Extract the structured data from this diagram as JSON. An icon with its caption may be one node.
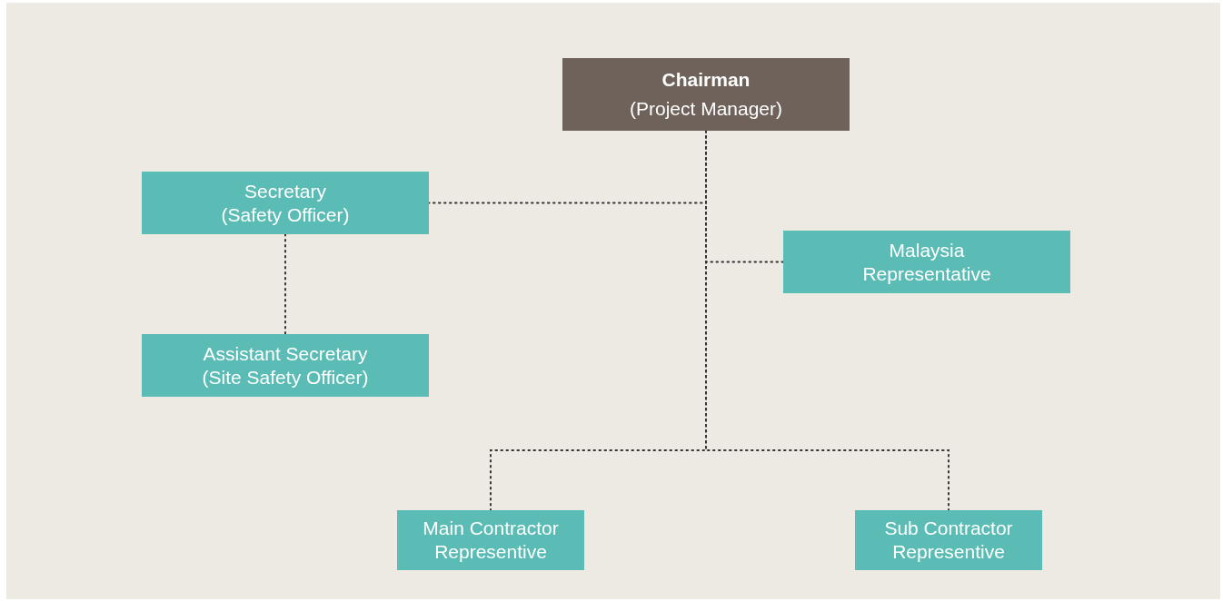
{
  "diagram": {
    "nodes": [
      {
        "text": [
          "Chairman",
          "(Project Manager)"
        ]
      },
      {
        "text": [
          "Secretary",
          "(Safety Officer)"
        ]
      },
      {
        "text": [
          "Assistant Secretary",
          "(Site Safety Officer)"
        ]
      },
      {
        "text": [
          "Malaysia Representative"
        ]
      },
      {
        "text": [
          "Main Contractor Representive"
        ]
      },
      {
        "text": [
          "Sub Contractor Representive"
        ]
      }
    ],
    "edges": [
      {
        "from": 0,
        "to": 1,
        "arrow": "none",
        "style": "dashed"
      },
      {
        "from": 0,
        "to": 3,
        "arrow": "none",
        "style": "dashed"
      },
      {
        "from": 0,
        "to": 4,
        "arrow": "none",
        "style": "dashed"
      },
      {
        "from": 0,
        "to": 5,
        "arrow": "none",
        "style": "dashed"
      },
      {
        "from": 1,
        "to": 2,
        "arrow": "none",
        "style": "dashed"
      }
    ]
  }
}
